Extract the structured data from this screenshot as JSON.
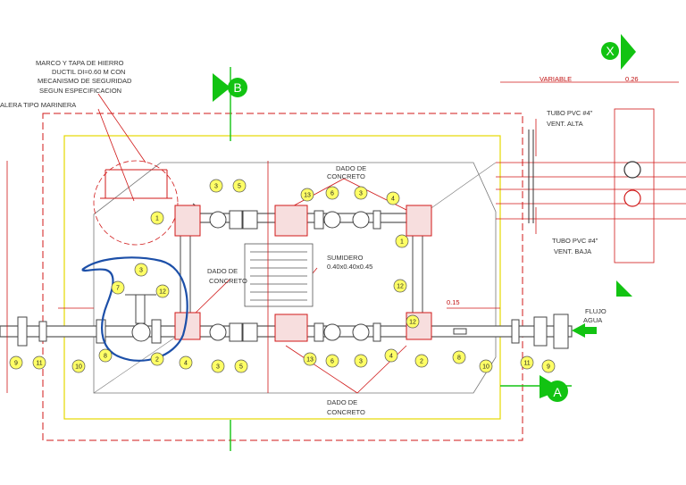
{
  "notes": {
    "marco_tapa": [
      "MARCO Y TAPA DE HIERRO",
      "DUCTIL DI=0.60 M CON",
      "MECANISMO DE SEGURIDAD",
      "SEGUN ESPECIFICACION"
    ],
    "escalera": "ALERA TIPO MARINERA",
    "dado_top": [
      "DADO DE",
      "CONCRETO"
    ],
    "dado_left": [
      "DADO DE",
      "CONCRETO"
    ],
    "dado_bottom": [
      "DADO DE",
      "CONCRETO"
    ],
    "sumidero": [
      "SUMIDERO",
      "0.40x0.40x0.45"
    ],
    "tubo_alta": [
      "TUBO PVC #4\"",
      "VENT. ALTA"
    ],
    "tubo_baja": [
      "TUBO PVC #4\"",
      "VENT. BAJA"
    ],
    "flujo": [
      "FLUJO",
      "AGUA"
    ],
    "variable": "VARIABLE",
    "dim_026": "0.26",
    "dim_015": "0.15"
  },
  "sections": {
    "B": "B",
    "A": "A",
    "X": "X"
  },
  "balloons_top": [
    "3",
    "5",
    "13",
    "6",
    "3",
    "4",
    "1",
    "1"
  ],
  "balloons_bottom": [
    "9",
    "11",
    "10",
    "8",
    "2",
    "4",
    "3",
    "5",
    "13",
    "6",
    "3",
    "4",
    "2",
    "8",
    "10",
    "11",
    "9"
  ],
  "balloons_side": [
    "12",
    "12",
    "3",
    "7",
    "12"
  ],
  "colors": {
    "annotation": "#d01818",
    "balloon": "#ffff66",
    "section": "#12c312",
    "outline": "#f0e000",
    "markup": "#1c4fa8"
  }
}
